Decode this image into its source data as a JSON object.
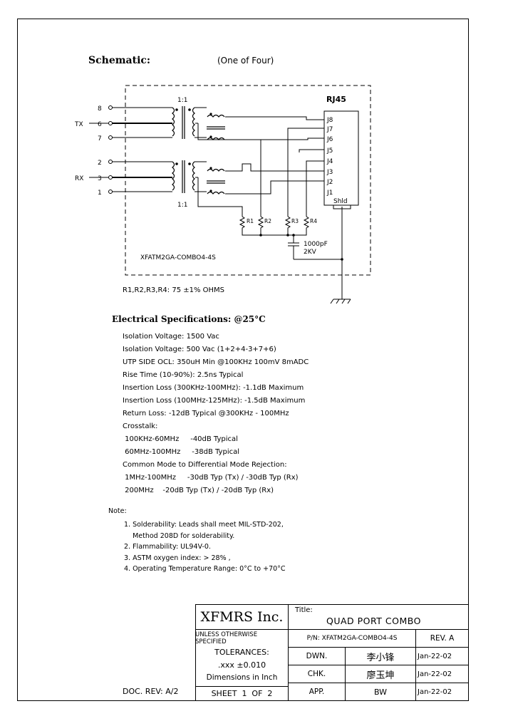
{
  "heading": {
    "schematic": "Schematic:",
    "schematic_sub": "(One of Four)"
  },
  "schematic": {
    "ratio_top": "1:1",
    "ratio_bottom": "1:1",
    "connector_title": "RJ45",
    "part_label": "XFATM2GA-COMBO4-4S",
    "left_labels": {
      "tx": "TX",
      "rx": "RX"
    },
    "left_pins": [
      "8",
      "6",
      "7",
      "2",
      "3",
      "1"
    ],
    "jack_pins": [
      "J8",
      "J7",
      "J6",
      "J5",
      "J4",
      "J3",
      "J2",
      "J1"
    ],
    "shield": "Shld",
    "resistors": [
      "R1",
      "R2",
      "R3",
      "R4"
    ],
    "cap_value": "1000pF",
    "cap_voltage": "2KV"
  },
  "resistor_note": "R1,R2,R3,R4: 75 ±1% OHMS",
  "electrical": {
    "title": "Electrical   Specifications: @25°C",
    "lines": [
      "Isolation Voltage:   1500 Vac",
      "Isolation Voltage:   500 Vac (1+2+4-3+7+6)",
      "UTP SIDE OCL: 350uH Min @100KHz   100mV 8mADC",
      "Rise Time (10-90%): 2.5ns Typical",
      "Insertion Loss (300KHz-100MHz): -1.1dB Maximum",
      "Insertion Loss (100MHz-125MHz): -1.5dB Maximum",
      "Return Loss: -12dB Typical @300KHz - 100MHz",
      "Crosstalk:",
      " 100KHz-60MHz     -40dB Typical",
      " 60MHz-100MHz     -38dB Typical",
      "Common Mode to Differential Mode Rejection:",
      " 1MHz-100MHz     -30dB Typ (Tx) / -30dB Typ (Rx)",
      " 200MHz    -20dB Typ (Tx) / -20dB Typ (Rx)"
    ]
  },
  "notes": {
    "title": "Note:",
    "items": [
      "1. Solderability: Leads shall meet MIL-STD-202,",
      "    Method 208D for solderability.",
      "2. Flammability: UL94V-0.",
      "3. ASTM oxygen index: > 28% ,",
      "4. Operating Temperature Range: 0°C to +70°C"
    ]
  },
  "doc_rev": "DOC. REV: A/2",
  "title_block": {
    "company": "XFMRS Inc.",
    "title_label": "Title:",
    "title": "QUAD PORT COMBO",
    "unless": "UNLESS OTHERWISE SPECIFIED",
    "tolerances": "TOLERANCES:",
    "tol_value": ".xxx ±0.010",
    "dimensions": "Dimensions in Inch",
    "sheet": "SHEET  1  OF  2",
    "pn": "P/N: XFATM2GA-COMBO4-4S",
    "rev": "REV. A",
    "rows": [
      {
        "label": "DWN.",
        "sig": "李小锋",
        "date": "Jan-22-02"
      },
      {
        "label": "CHK.",
        "sig": "廖玉坤",
        "date": "Jan-22-02"
      },
      {
        "label": "APP.",
        "sig": "BW",
        "date": "Jan-22-02"
      }
    ]
  }
}
